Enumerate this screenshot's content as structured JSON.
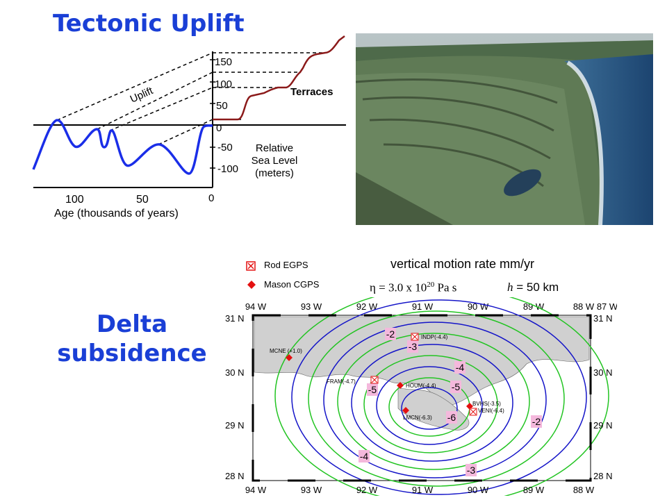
{
  "titles": {
    "uplift": "Tectonic Uplift",
    "delta_line1": "Delta",
    "delta_line2": "subsidence"
  },
  "uplift_diagram": {
    "y_ticks": [
      "150",
      "100",
      "50",
      "0",
      "-50",
      "-100"
    ],
    "x_ticks": [
      "100",
      "50",
      "0"
    ],
    "xlabel": "Age (thousands of years)",
    "uplift_label": "Uplift",
    "terraces_label": "Terraces",
    "sea_level_label": [
      "Relative",
      "Sea Level",
      "(meters)"
    ],
    "colors": {
      "sea_level_curve": "#1a2ee8",
      "terrace_profile": "#8b1a1a"
    }
  },
  "photo": {
    "description_icon": "coastal-terraces-photo"
  },
  "map": {
    "title": "vertical motion rate mm/yr",
    "formula_eta": "η = 3.0 x 10",
    "formula_exp": "20",
    "formula_unit": "Pa s",
    "formula_h": "h",
    "formula_h_val": "= 50 km",
    "legend": [
      {
        "label": "Rod EGPS",
        "marker": "x-square"
      },
      {
        "label": "Mason CGPS",
        "marker": "diamond"
      }
    ],
    "lon_labels": [
      "94 W",
      "93 W",
      "92 W",
      "91 W",
      "90 W",
      "89 W",
      "88 W",
      "87 W"
    ],
    "lat_labels": [
      "31 N",
      "30 N",
      "29 N",
      "28 N"
    ],
    "stations": [
      {
        "name": "MCNE (+1.0)",
        "type": "diamond"
      },
      {
        "name": "INDP(-4.4)",
        "type": "x-square"
      },
      {
        "name": "FRAM(-4.7)",
        "type": "x-square"
      },
      {
        "name": "HOUM(-4.4)",
        "type": "diamond"
      },
      {
        "name": "BVHS(-3.5)",
        "type": "diamond"
      },
      {
        "name": "VENI(-6.4)",
        "type": "x-square"
      },
      {
        "name": "LMCN(-6.3)",
        "type": "diamond"
      }
    ],
    "contour_labels": [
      "-2",
      "-3",
      "-4",
      "-5",
      "-5",
      "-6",
      "-2",
      "-4",
      "-3"
    ],
    "colors": {
      "blue_contour": "#1414c8",
      "green_contour": "#22c422",
      "marker": "#e41010",
      "label_bg": "#f4b8dc"
    }
  }
}
